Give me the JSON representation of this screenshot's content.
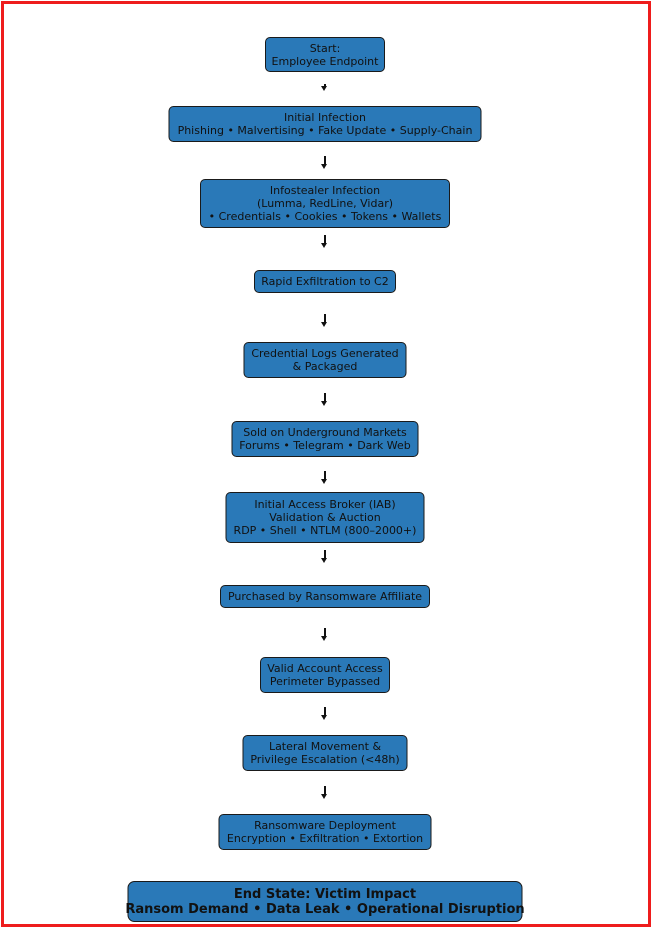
{
  "diagram": {
    "nodes": [
      {
        "id": "start",
        "lines": [
          "Start:",
          "Employee Endpoint"
        ]
      },
      {
        "id": "initial-infection",
        "lines": [
          "Initial Infection",
          "Phishing • Malvertising • Fake Update • Supply-Chain"
        ]
      },
      {
        "id": "infostealer",
        "lines": [
          "Infostealer Infection",
          "(Lumma, RedLine, Vidar)",
          "• Credentials • Cookies • Tokens • Wallets"
        ]
      },
      {
        "id": "exfiltration",
        "lines": [
          "Rapid Exfiltration to C2"
        ]
      },
      {
        "id": "credential-logs",
        "lines": [
          "Credential Logs Generated",
          "& Packaged"
        ]
      },
      {
        "id": "underground-markets",
        "lines": [
          "Sold on Underground Markets",
          "Forums • Telegram • Dark Web"
        ]
      },
      {
        "id": "iab",
        "lines": [
          "Initial Access Broker (IAB)",
          "Validation & Auction",
          "RDP • Shell • NTLM (800–2000+)"
        ]
      },
      {
        "id": "ransomware-affiliate",
        "lines": [
          "Purchased by Ransomware Affiliate"
        ]
      },
      {
        "id": "valid-account",
        "lines": [
          "Valid Account Access",
          "Perimeter Bypassed"
        ]
      },
      {
        "id": "lateral-movement",
        "lines": [
          "Lateral Movement &",
          "Privilege Escalation (<48h)"
        ]
      },
      {
        "id": "ransomware-deployment",
        "lines": [
          "Ransomware Deployment",
          "Encryption • Exfiltration • Extortion"
        ]
      },
      {
        "id": "end-state",
        "lines": [
          "End State: Victim Impact",
          "Ransom Demand • Data Leak • Operational Disruption"
        ]
      }
    ],
    "colors": {
      "node_fill": "#2a79b8",
      "node_border": "#1a1a1a",
      "frame": "#ee1c1c",
      "arrow": "#111111"
    }
  }
}
